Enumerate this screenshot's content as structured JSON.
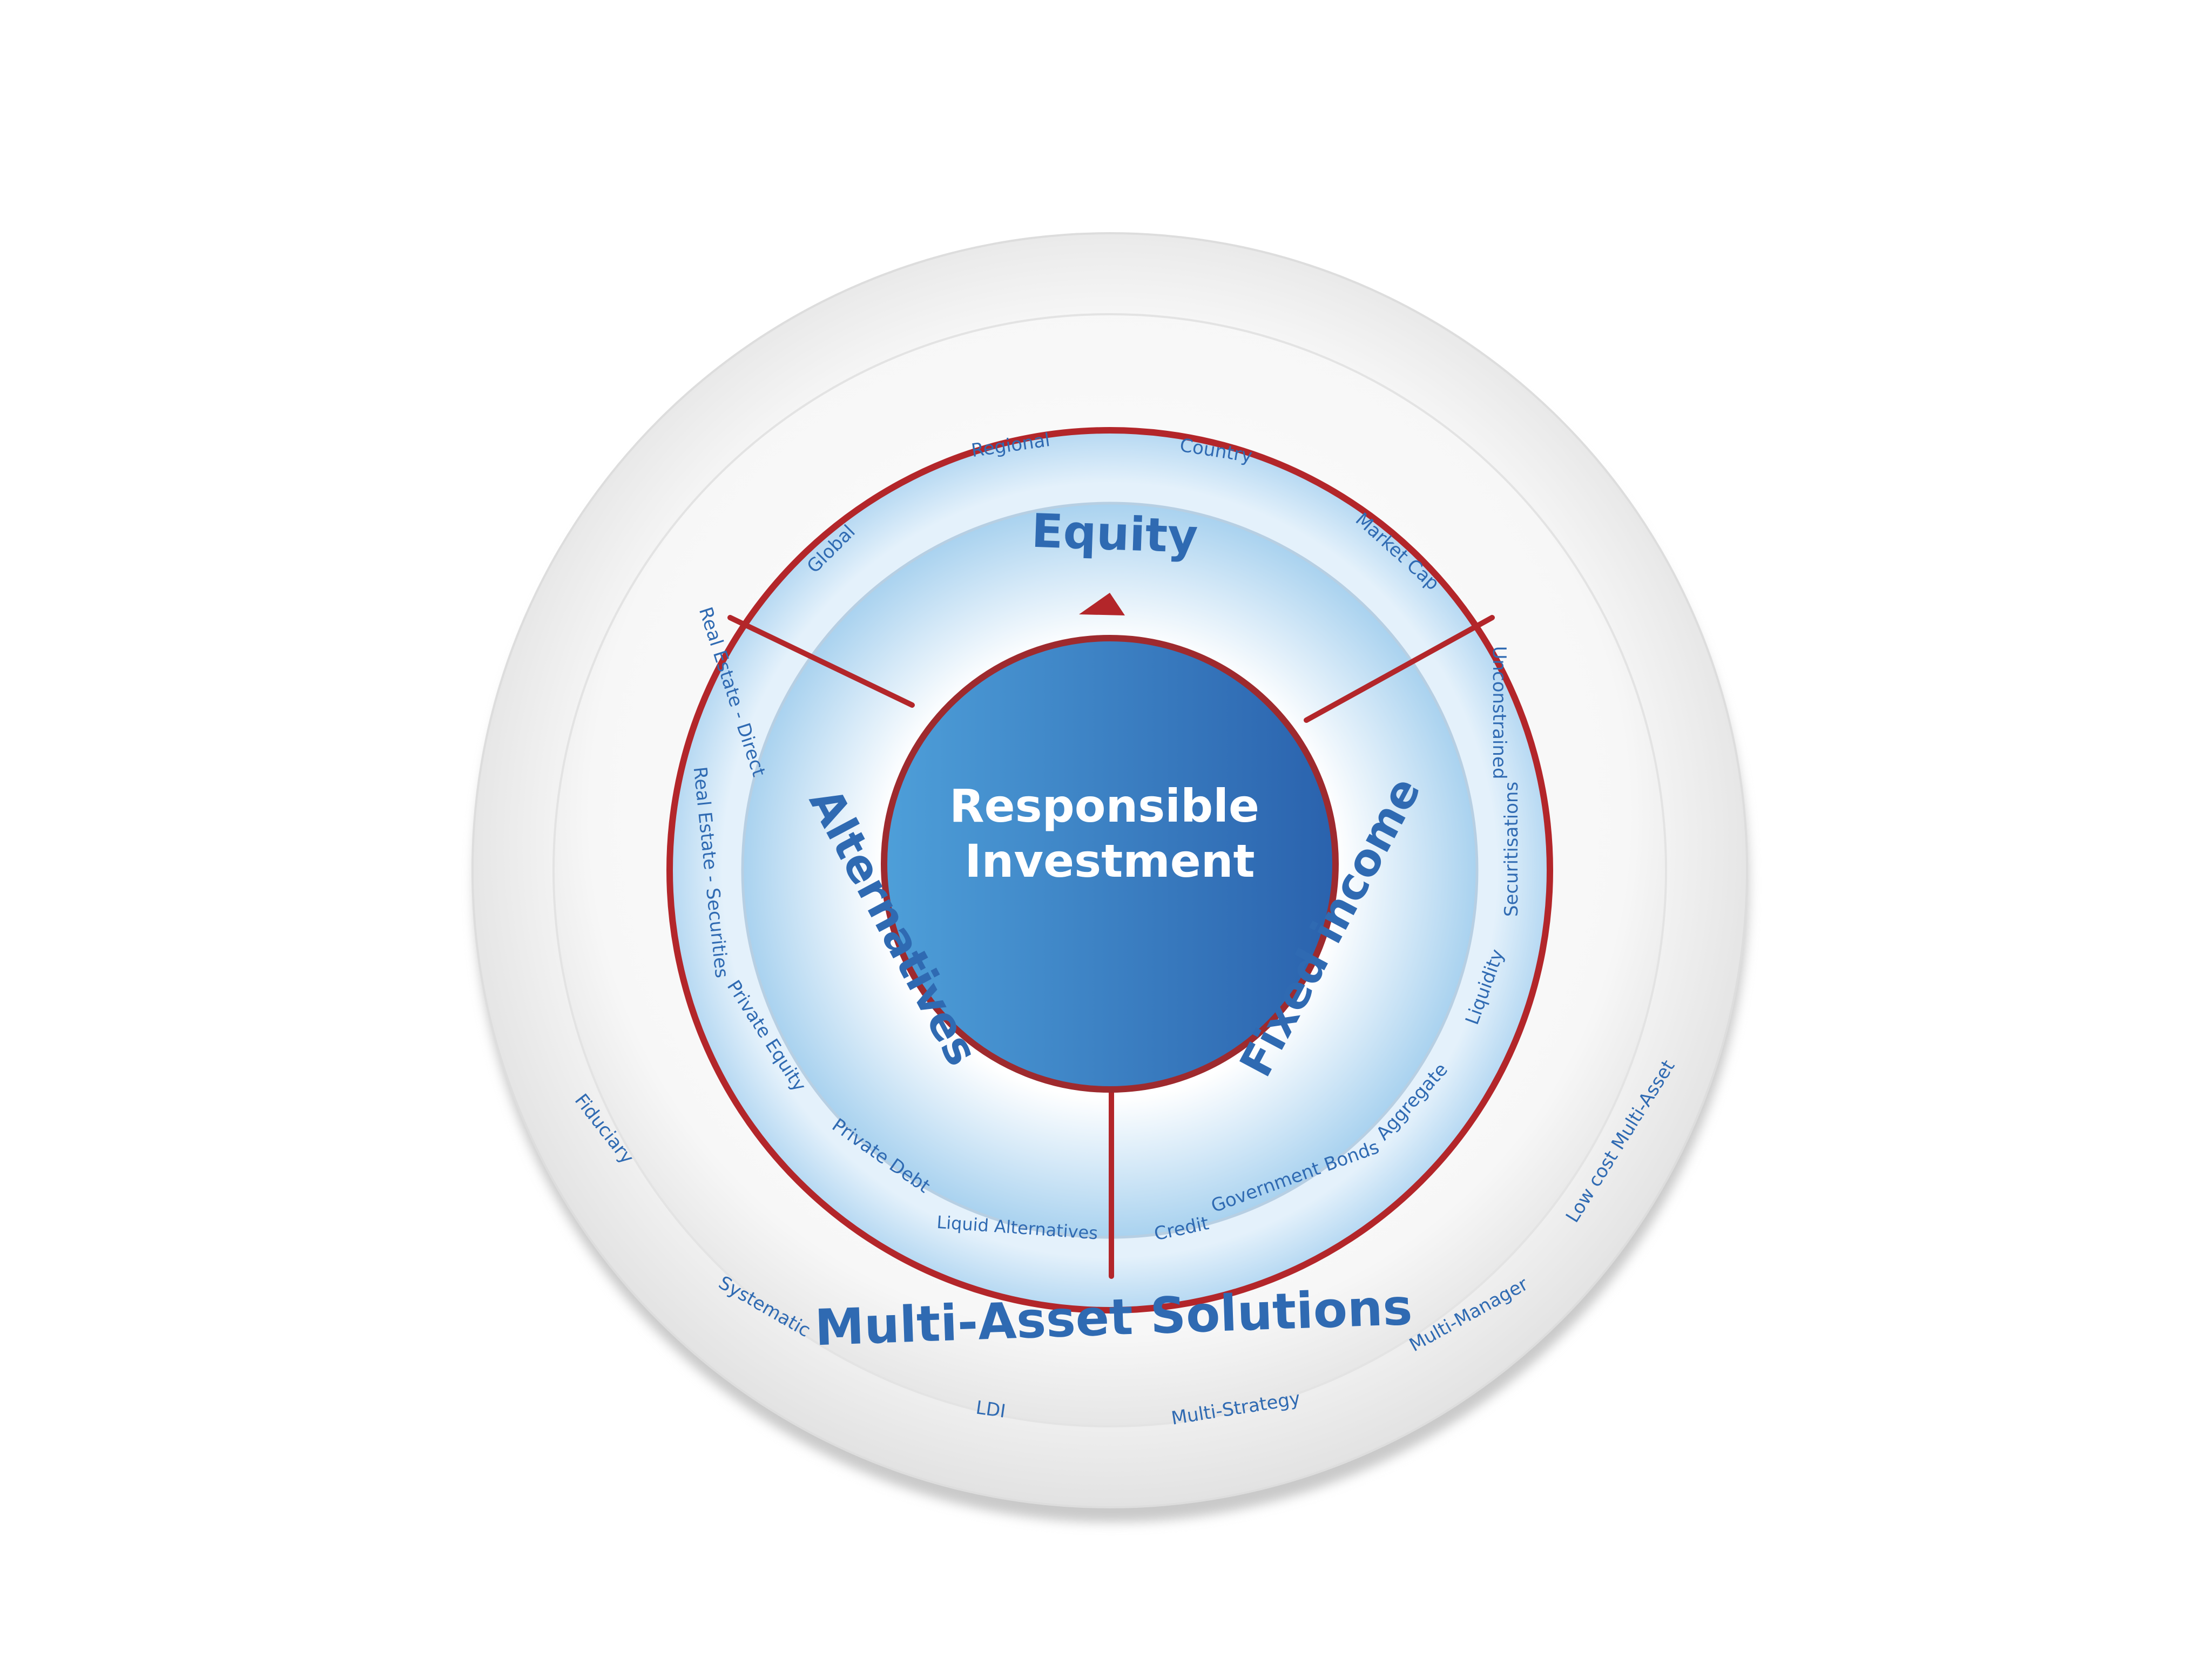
{
  "center": {
    "line1": "Responsible",
    "line2": "Investment"
  },
  "segments": {
    "equity": {
      "title": "Equity",
      "items": [
        "Global",
        "Regional",
        "Country",
        "Market Cap"
      ]
    },
    "fixed_income": {
      "title": "Fixed income",
      "items": [
        "Unconstrained",
        "Securitisations",
        "Liquidity",
        "Aggregate",
        "Government Bonds",
        "Credit"
      ]
    },
    "alternatives": {
      "title": "Alternatives",
      "items": [
        "Real Estate - Direct",
        "Real Estate - Securities",
        "Private Equity",
        "Private Debt",
        "Liquid Alternatives"
      ]
    }
  },
  "outer": {
    "title": "Multi-Asset Solutions",
    "items": [
      "Fiduciary",
      "Systematic",
      "LDI",
      "Multi-Strategy",
      "Multi-Manager",
      "Low cost Multi-Asset"
    ]
  },
  "colors": {
    "accent_red": "#b3262a",
    "label_blue": "#2f6ab2",
    "center_blue_light": "#4e9fd9",
    "center_blue_dark": "#2a62ad",
    "ring_blue_light": "#dcecf9",
    "ring_blue": "#a8d1ef"
  }
}
